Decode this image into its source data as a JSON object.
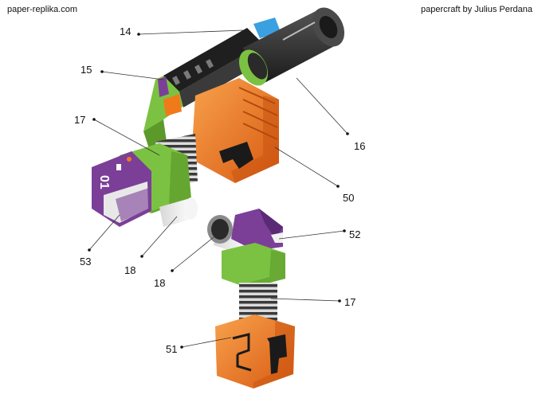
{
  "header": {
    "site": "paper-replika.com",
    "credit": "papercraft by Julius Perdana"
  },
  "colors": {
    "green": "#7cc242",
    "green_dark": "#5b9a2a",
    "purple": "#7b3f98",
    "purple_dark": "#5a2a76",
    "orange": "#f07a1a",
    "orange_dark": "#c85410",
    "orange_light": "#f7a04a",
    "barrel": "#2b2b2b",
    "barrel_light": "#5a5a5a",
    "spring": "#3a3a3a",
    "white": "#f2f2f2",
    "lens": "#3aa0e0"
  },
  "labels": {
    "l14": "14",
    "l15": "15",
    "l16": "16",
    "l17a": "17",
    "l50": "50",
    "l53": "53",
    "l18a": "18",
    "l18b": "18",
    "l52": "52",
    "l17b": "17",
    "l51": "51"
  }
}
